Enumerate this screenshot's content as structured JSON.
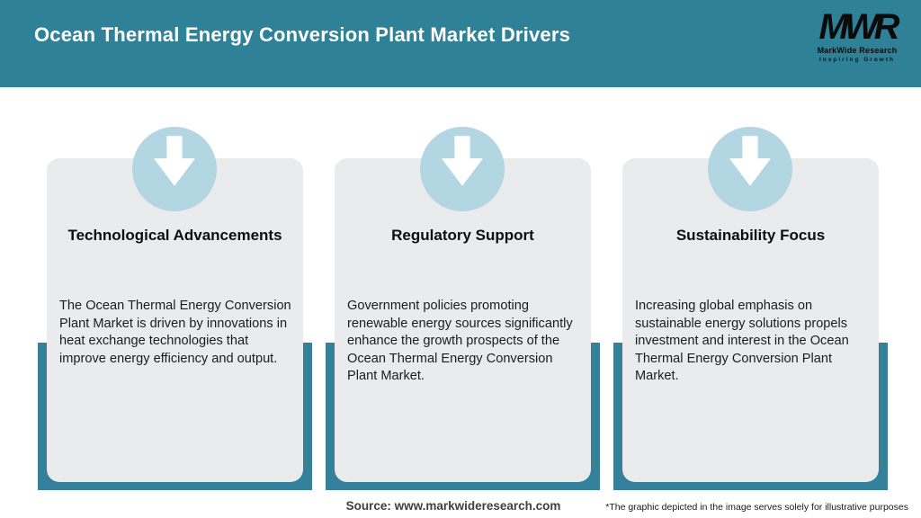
{
  "header": {
    "title": "Ocean Thermal Energy Conversion Plant Market Drivers",
    "logo": {
      "monogram": "MWR",
      "name": "MarkWide Research",
      "tagline": "Inspiring Growth"
    }
  },
  "cards": [
    {
      "icon": "down-arrow-icon",
      "title": "Technological Advancements",
      "body": "The Ocean Thermal Energy Conversion Plant Market is driven by innovations in heat exchange technologies that improve energy efficiency and output."
    },
    {
      "icon": "down-arrow-icon",
      "title": "Regulatory Support",
      "body": "Government policies promoting renewable energy sources significantly enhance the growth prospects of the Ocean Thermal Energy Conversion Plant Market."
    },
    {
      "icon": "down-arrow-icon",
      "title": "Sustainability Focus",
      "body": "Increasing global emphasis on sustainable energy solutions propels investment and interest in the Ocean Thermal Energy Conversion Plant Market."
    }
  ],
  "footer": {
    "source": "Source: www.markwideresearch.com",
    "disclaimer": "*The graphic depicted in the image serves solely for illustrative purposes"
  },
  "colors": {
    "header_teal": "#2F8198",
    "backing_teal": "#35819B",
    "card_gray": "#E9EBEC",
    "circle_blue": "#B2D6E2",
    "arrow": "#FFFFFF",
    "title_text": "#FFFFFF",
    "logo_text": "#0B0B0B"
  }
}
